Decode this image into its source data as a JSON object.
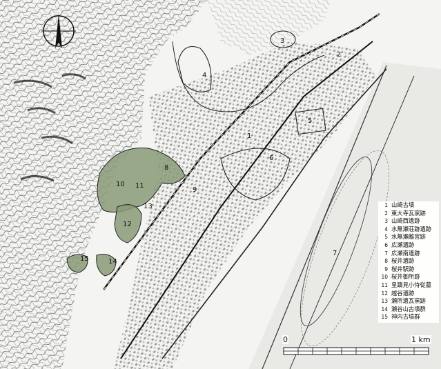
{
  "map": {
    "north_arrow": {
      "icon": "north-arrow-icon"
    },
    "site_markers": [
      "1",
      "2",
      "3",
      "4",
      "5",
      "6",
      "7",
      "8",
      "9",
      "10",
      "11",
      "12",
      "13",
      "14",
      "15"
    ],
    "scale_bar": {
      "start_label": "0",
      "end_label": "1 km"
    },
    "colors": {
      "background": "#f4f4f2",
      "linework": "#2a2a2a",
      "site_fill": "#8a9a78",
      "river": "#e9e9e6"
    }
  },
  "legend": {
    "items": [
      {
        "num": "1",
        "label": "山崎古墳"
      },
      {
        "num": "2",
        "label": "東大寺瓦窯跡"
      },
      {
        "num": "3",
        "label": "山崎西遺跡"
      },
      {
        "num": "4",
        "label": "水無瀬荘跡遺跡"
      },
      {
        "num": "5",
        "label": "水無瀬離宮跡"
      },
      {
        "num": "6",
        "label": "広瀬遺跡"
      },
      {
        "num": "7",
        "label": "広瀬南遺跡"
      },
      {
        "num": "8",
        "label": "桜井遺跡"
      },
      {
        "num": "9",
        "label": "桜井駅跡"
      },
      {
        "num": "10",
        "label": "桜井御所跡"
      },
      {
        "num": "11",
        "label": "皇蹟見小侍従墓"
      },
      {
        "num": "12",
        "label": "越谷遺跡"
      },
      {
        "num": "13",
        "label": "瀬所遺瓦窯跡"
      },
      {
        "num": "14",
        "label": "瀬谷山古墳群"
      },
      {
        "num": "15",
        "label": "神内古墳群"
      }
    ]
  }
}
